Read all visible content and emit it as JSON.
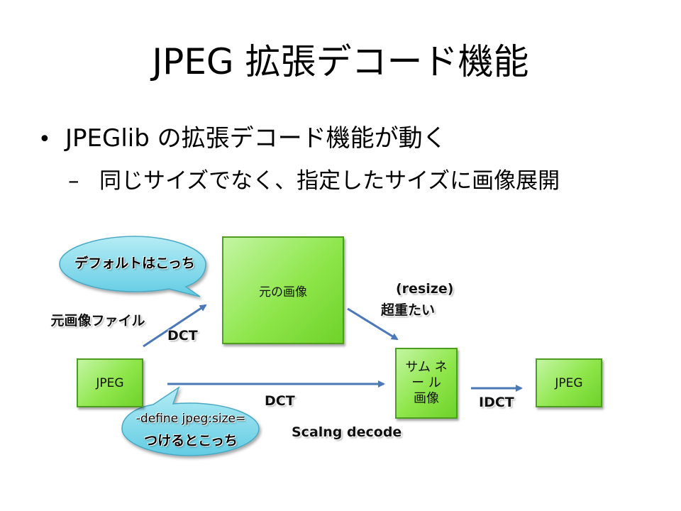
{
  "title": "JPEG 拡張デコード機能",
  "bullet": {
    "marker": "•",
    "text": "JPEGlib の拡張デコード機能が動く"
  },
  "sub_bullet": {
    "marker": "–",
    "text": "同じサイズでなく、指定したサイズに画像展開"
  },
  "diagram": {
    "boxes": {
      "original_image": "元の画像",
      "thumbnail": "サム ネー ル 画像",
      "jpeg_in": "JPEG",
      "jpeg_out": "JPEG"
    },
    "labels": {
      "source_file": "元画像ファイル",
      "dct_upper": "DCT",
      "dct_lower": "DCT",
      "idct": "IDCT",
      "resize": "(resize)",
      "resize_note": "超重たい",
      "scaling": "Scalng decode"
    },
    "callouts": {
      "default": "デフォルトはこっち",
      "define_line1": "-define jpeg:size=",
      "define_line2": "つけるとこっち"
    },
    "colors": {
      "box_fill": "#8ee64a",
      "callout_fill": "#7fd6e8",
      "arrow": "#4a78b8"
    }
  }
}
